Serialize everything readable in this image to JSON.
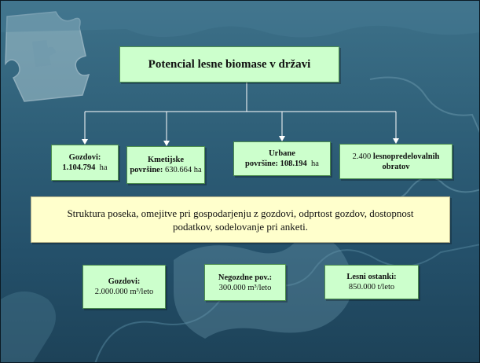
{
  "title": "Potencial lesne biomase v državi",
  "categories": [
    {
      "label": "Gozdovi:",
      "value": "1.104.794",
      "unit": "ha"
    },
    {
      "label": "Kmetijske",
      "label2": "površine:",
      "value": "630.664 ha"
    },
    {
      "label": "Urbane",
      "label2": "površine:",
      "value": "108.194",
      "unit": "ha"
    },
    {
      "prefix": "2.400",
      "label": "lesnopredelovalnih",
      "label2": "obratov"
    }
  ],
  "structure_text": "Struktura poseka, omejitve pri gospodarjenju z gozdovi, odprtost gozdov, dostopnost podatkov, sodelovanje pri anketi.",
  "results": [
    {
      "label": "Gozdovi:",
      "value": "2.000.000 m³/leto"
    },
    {
      "label": "Negozdne pov.:",
      "value": "300.000 m³/leto"
    },
    {
      "label": "Lesni ostanki:",
      "value": "850.000 t/leto"
    }
  ],
  "colors": {
    "box_green": "#ccffcc",
    "box_yellow": "#ffffcc",
    "background": "#2f6079",
    "connector": "#ffffff"
  }
}
